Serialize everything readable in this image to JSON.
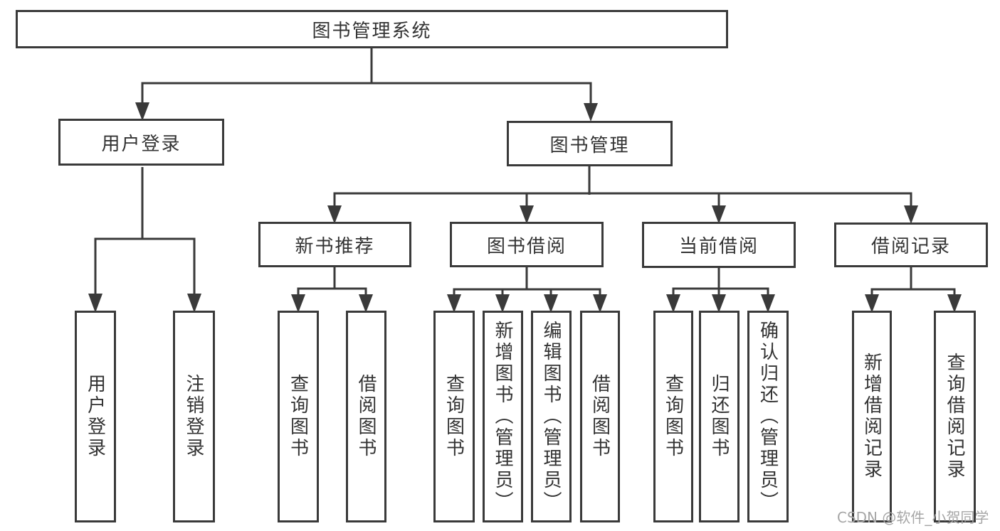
{
  "diagram": {
    "root": {
      "label": "图书管理系统"
    },
    "branches": [
      {
        "label": "用户登录",
        "children": [
          {
            "label": "用户登录"
          },
          {
            "label": "注销登录"
          }
        ]
      },
      {
        "label": "图书管理",
        "children": [
          {
            "label": "新书推荐",
            "children": [
              {
                "label": "查询图书"
              },
              {
                "label": "借阅图书"
              }
            ]
          },
          {
            "label": "图书借阅",
            "children": [
              {
                "label": "查询图书"
              },
              {
                "label": "新增图书（管理员）"
              },
              {
                "label": "编辑图书（管理员）"
              },
              {
                "label": "借阅图书"
              }
            ]
          },
          {
            "label": "当前借阅",
            "children": [
              {
                "label": "查询图书"
              },
              {
                "label": "归还图书"
              },
              {
                "label": "确认归还（管理员）"
              }
            ]
          },
          {
            "label": "借阅记录",
            "children": [
              {
                "label": "新增借阅记录"
              },
              {
                "label": "查询借阅记录"
              }
            ]
          }
        ]
      }
    ]
  },
  "watermark": {
    "text": "CSDN @软件_小贺同学"
  },
  "colors": {
    "line": "#3a3a3a",
    "text": "#333333",
    "watermark": "#a6a6a6",
    "background": "#ffffff"
  }
}
